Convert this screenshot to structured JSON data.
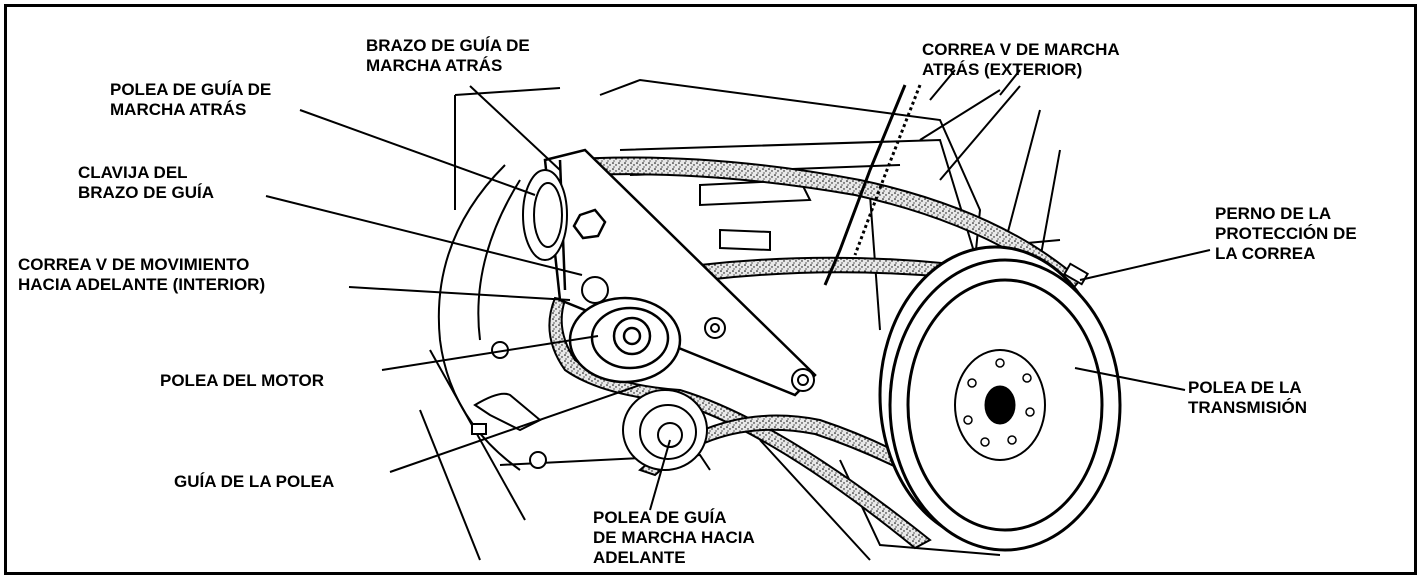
{
  "labels": {
    "brazo_guia_marcha_atras": [
      "BRAZO DE GUÍA DE",
      "MARCHA ATRÁS"
    ],
    "correa_v_marcha_atras": [
      "CORREA V DE MARCHA",
      "ATRÁS (EXTERIOR)"
    ],
    "polea_guia_marcha_atras": [
      "POLEA DE GUÍA DE",
      "MARCHA ATRÁS"
    ],
    "clavija_brazo_guia": [
      "CLAVIJA DEL",
      "BRAZO DE GUÍA"
    ],
    "correa_v_adelante": [
      "CORREA V DE MOVIMIENTO",
      "HACIA ADELANTE (INTERIOR)"
    ],
    "polea_motor": [
      "POLEA DEL MOTOR"
    ],
    "guia_polea": [
      "GUÍA DE LA POLEA"
    ],
    "polea_guia_adelante": [
      "POLEA DE GUÍA",
      "DE MARCHA HACIA",
      "ADELANTE"
    ],
    "perno_proteccion": [
      "PERNO DE LA",
      "PROTECCIÓN DE",
      "LA CORREA"
    ],
    "polea_transmision": [
      "POLEA DE LA",
      "TRANSMISIÓN"
    ]
  },
  "colors": {
    "ink": "#000000",
    "paper": "#ffffff",
    "belt_fill": "#d9d9d9"
  }
}
